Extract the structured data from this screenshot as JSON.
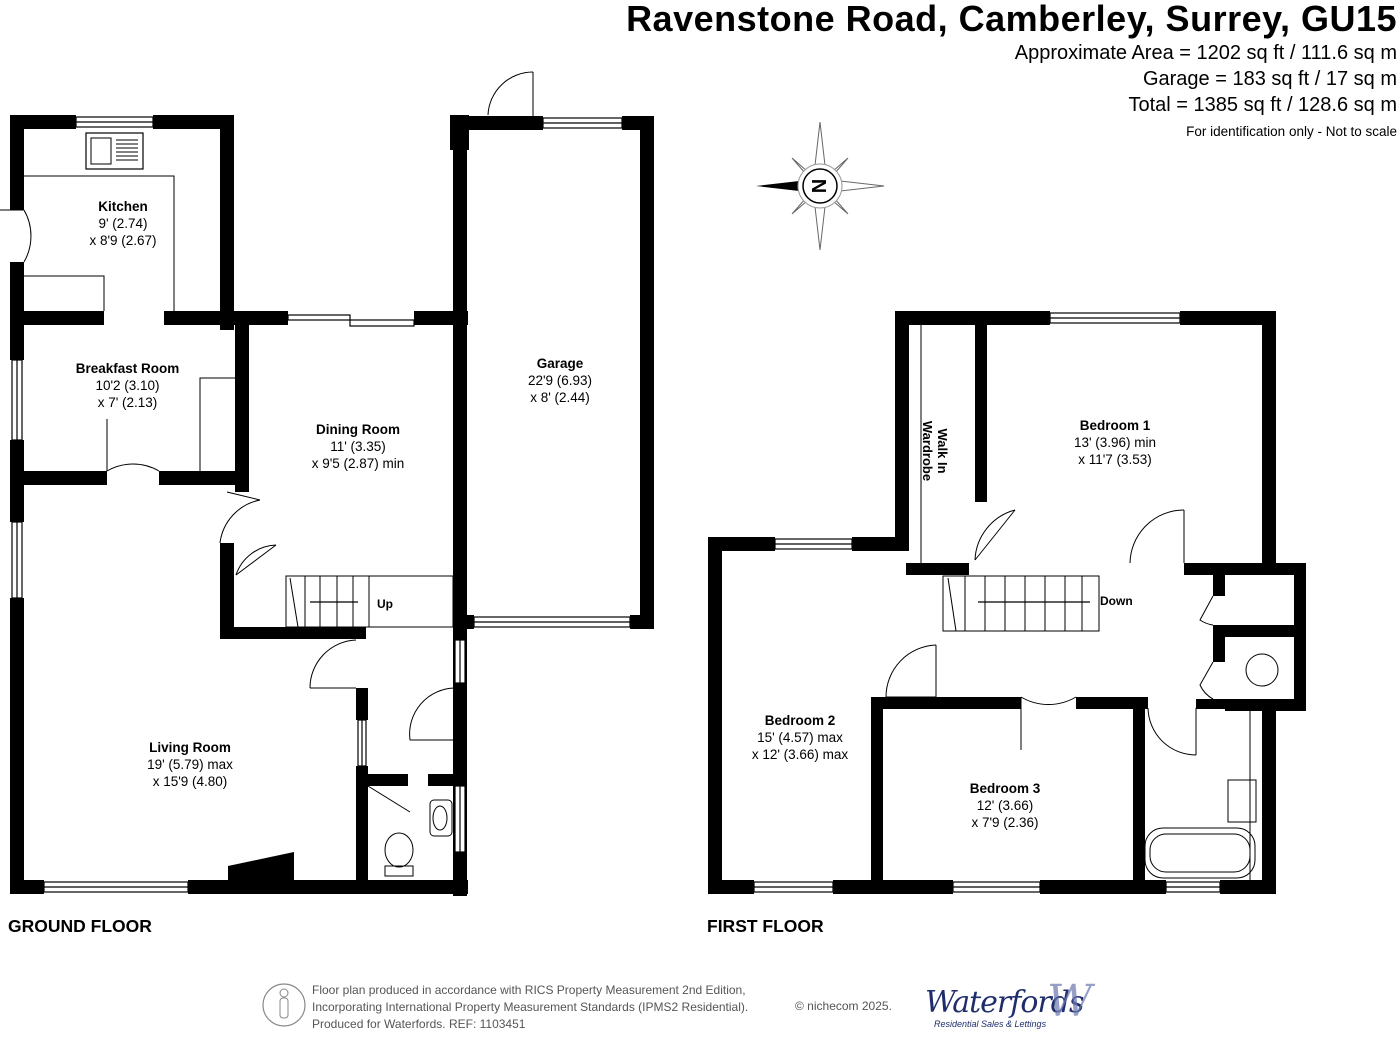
{
  "header": {
    "title": "Ravenstone Road, Camberley, Surrey, GU15",
    "approx_area": "Approximate Area = 1202 sq ft / 111.6 sq m",
    "garage_area": "Garage = 183 sq ft / 17 sq m",
    "total_area": "Total = 1385 sq ft / 128.6 sq m",
    "disclaimer": "For identification only - Not to scale"
  },
  "compass": {
    "letter": "N"
  },
  "ground_floor": {
    "label": "GROUND FLOOR",
    "kitchen": {
      "name": "Kitchen",
      "dim1": "9' (2.74)",
      "dim2": "x 8'9 (2.67)"
    },
    "breakfast": {
      "name": "Breakfast Room",
      "dim1": "10'2 (3.10)",
      "dim2": "x 7' (2.13)"
    },
    "dining": {
      "name": "Dining Room",
      "dim1": "11' (3.35)",
      "dim2": "x 9'5 (2.87) min"
    },
    "garage": {
      "name": "Garage",
      "dim1": "22'9 (6.93)",
      "dim2": "x 8' (2.44)"
    },
    "living": {
      "name": "Living Room",
      "dim1": "19' (5.79) max",
      "dim2": "x 15'9 (4.80)"
    },
    "stairs_label": "Up"
  },
  "first_floor": {
    "label": "FIRST FLOOR",
    "wardrobe": "Walk In Wardrobe",
    "bedroom1": {
      "name": "Bedroom 1",
      "dim1": "13' (3.96) min",
      "dim2": "x 11'7 (3.53)"
    },
    "bedroom2": {
      "name": "Bedroom 2",
      "dim1": "15' (4.57) max",
      "dim2": "x 12' (3.66) max"
    },
    "bedroom3": {
      "name": "Bedroom 3",
      "dim1": "12' (3.66)",
      "dim2": "x 7'9 (2.36)"
    },
    "stairs_label": "Down"
  },
  "footer": {
    "line1": "Floor plan produced in accordance with RICS Property Measurement 2nd Edition,",
    "line2": "Incorporating International Property Measurement Standards (IPMS2 Residential).",
    "line3": "Produced for Waterfords.    REF:  1103451",
    "copyright": "© nichecom 2025.",
    "brand": "Waterfords",
    "brand_sub": "Residential Sales & Lettings"
  }
}
